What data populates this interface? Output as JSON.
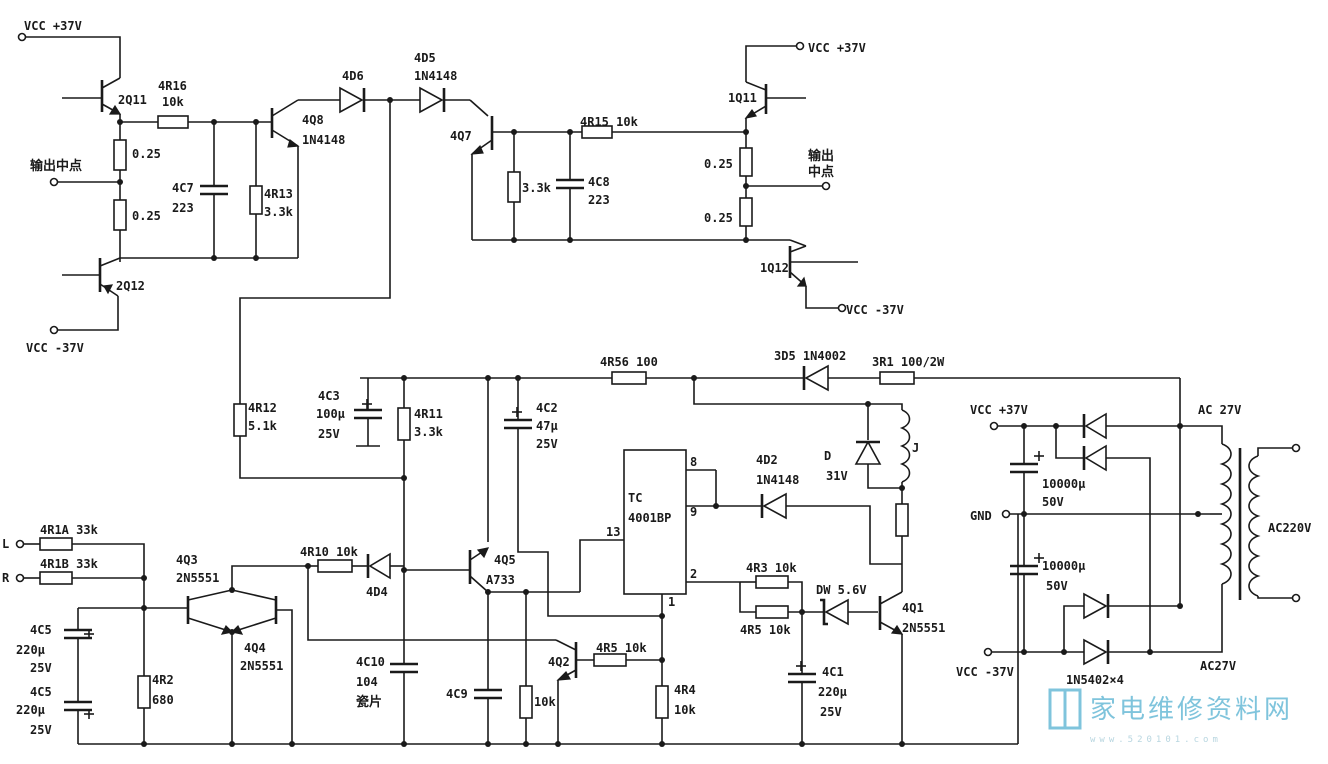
{
  "labels": {
    "vcc_pos_tl": "VCC +37V",
    "vcc_neg_bl": "VCC -37V",
    "out_mid_l": "输出中点",
    "q2q11": "2Q11",
    "q2q12": "2Q12",
    "r4r16": "4R16",
    "r4r16_v": "10k",
    "r_025a": "0.25",
    "r_025b": "0.25",
    "c4c7": "4C7",
    "c4c7_v": "223",
    "r4r13": "4R13",
    "r4r13_v": "3.3k",
    "q4q8": "4Q8",
    "q4q8_v": "1N4148",
    "d4d6": "4D6",
    "d4d5": "4D5",
    "d4d5_v": "1N4148",
    "q4q7": "4Q7",
    "r4r15": "4R15 10k",
    "r33k": "3.3k",
    "c4c8": "4C8",
    "c4c8_v": "223",
    "vcc_pos_tr": "VCC +37V",
    "q1q11": "1Q11",
    "r_025c": "0.25",
    "r_025d": "0.25",
    "out_mid_r1": "输出",
    "out_mid_r2": "中点",
    "q1q12": "1Q12",
    "vcc_neg_tr": "VCC -37V",
    "r4r12": "4R12",
    "r4r12_v": "5.1k",
    "c4c3": "4C3",
    "c4c3_v1": "100μ",
    "c4c3_v2": "25V",
    "r4r11": "4R11",
    "r4r11_v": "3.3k",
    "c4c2": "4C2",
    "c4c2_v1": "47μ",
    "c4c2_v2": "25V",
    "r4r56": "4R56 100",
    "d3d5": "3D5 1N4002",
    "r3r1": "3R1 100/2W",
    "dz_d": "D",
    "dz_d_v": "31V",
    "relay_j": "J",
    "ic_tc1": "TC",
    "ic_tc2": "4001BP",
    "pin8": "8",
    "pin9": "9",
    "pin13": "13",
    "pin2": "2",
    "pin1": "1",
    "d4d2": "4D2",
    "d4d2_v": "1N4148",
    "in_l": "L",
    "in_r": "R",
    "r4r1a": "4R1A 33k",
    "r4r1b": "4R1B 33k",
    "q4q3": "4Q3",
    "q4q3_v": "2N5551",
    "q4q4": "4Q4",
    "q4q4_v": "2N5551",
    "r4r10": "4R10 10k",
    "d4d4": "4D4",
    "q4q5": "4Q5",
    "q4q5_v": "A733",
    "c4c5a": "4C5",
    "c4c5a_v1": "220μ",
    "c4c5a_v2": "25V",
    "c4c5b": "4C5",
    "c4c5b_v1": "220μ",
    "c4c5b_v2": "25V",
    "r4r2": "4R2",
    "r4r2_v": "680",
    "c4c10": "4C10",
    "c4c10_v1": "104",
    "c4c10_v2": "瓷片",
    "c4c9": "4C9",
    "r10k": "10k",
    "q4q2": "4Q2",
    "r4r5a": "4R5 10k",
    "r4r4": "4R4",
    "r4r4_v": "10k",
    "r4r3": "4R3 10k",
    "r4r5b": "4R5 10k",
    "dw": "DW 5.6V",
    "q4q1": "4Q1",
    "q4q1_v": "2N5551",
    "c4c1": "4C1",
    "c4c1_v1": "220μ",
    "c4c1_v2": "25V",
    "vcc_pos_ps": "VCC +37V",
    "ac27_top": "AC 27V",
    "c10000a_v1": "10000μ",
    "c10000a_v2": "50V",
    "gnd": "GND",
    "ac220": "AC220V",
    "c10000b_v1": "10000μ",
    "c10000b_v2": "50V",
    "vcc_neg_ps": "VCC -37V",
    "bridge": "1N5402×4",
    "ac27_bot": "AC27V",
    "watermark": "家电维修资料网",
    "watermark_url": "www.520101.com"
  },
  "colors": {
    "line": "#1a1a1a",
    "watermark": "#7fc4dc"
  }
}
